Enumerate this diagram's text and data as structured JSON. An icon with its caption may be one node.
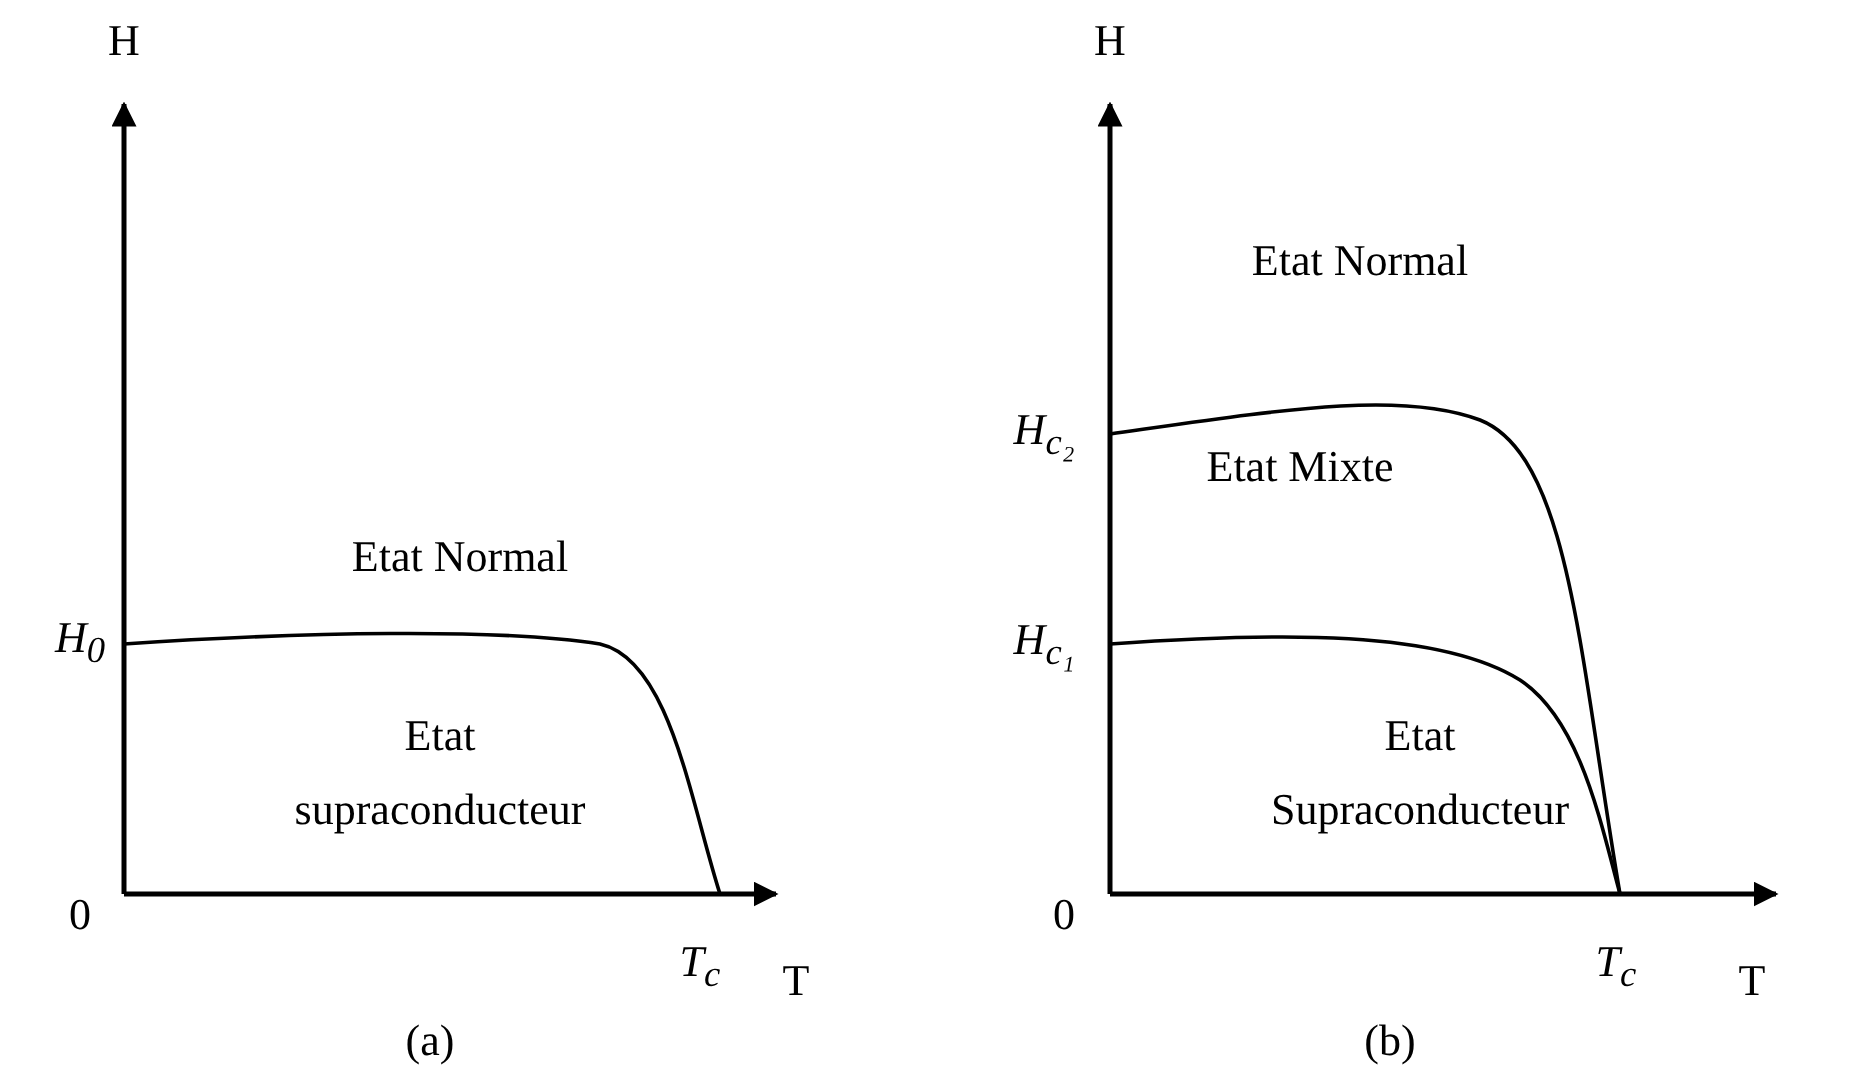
{
  "diagram": {
    "labels": [
      "H",
      "H",
      "Etat Normal",
      "Etat Normal",
      "H$_{c₂}$",
      "Etat Mixte",
      "H$_{0}$",
      "H$_{c₁}$",
      "Etat supraconducteur",
      "Etat Supraconducteur",
      "0",
      "0",
      "T$_{c}$",
      "T",
      "T$_{c}$",
      "T",
      "(a)",
      "(b)"
    ]
  }
}
